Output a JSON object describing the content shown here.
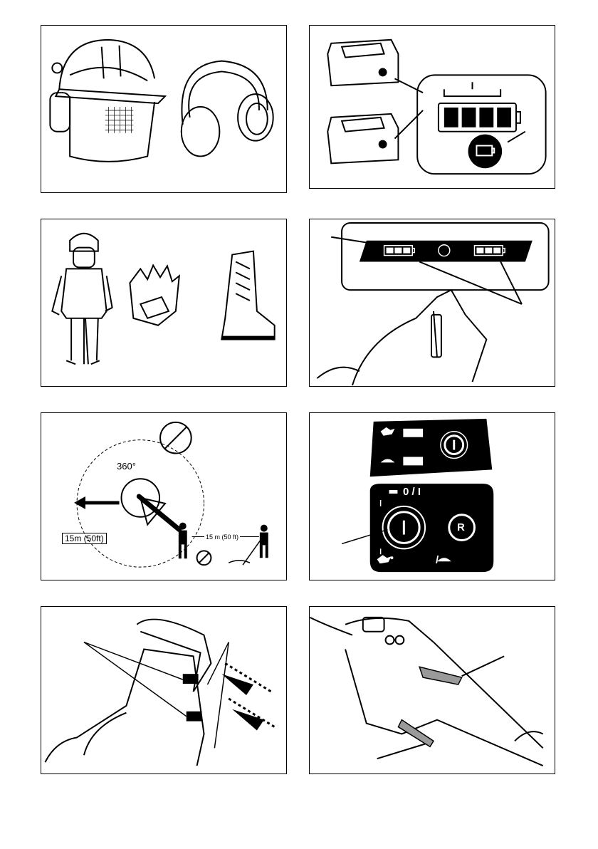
{
  "figures": [
    {
      "id": "fig-1",
      "subject": "helmet-visor-and-earmuffs"
    },
    {
      "id": "fig-2",
      "subject": "battery-indicator"
    },
    {
      "id": "fig-3",
      "subject": "protective-clothing-gloves-boots"
    },
    {
      "id": "fig-4",
      "subject": "tool-battery-indicator-lamps"
    },
    {
      "id": "fig-5",
      "subject": "safety-distance",
      "angle_label": "360°",
      "distance_label": "15m (50ft)",
      "operator_distance_label": "15 m (50 ft)"
    },
    {
      "id": "fig-6",
      "subject": "control-panel",
      "power_label": "0 / I",
      "reverse_label": "R",
      "mode_separator": "/"
    },
    {
      "id": "fig-7",
      "subject": "battery-release-buttons"
    },
    {
      "id": "fig-8",
      "subject": "trigger-and-lock-off-lever"
    }
  ],
  "colors": {
    "line": "#000000",
    "fill_dark": "#111111",
    "panel_bg": "#ffffff",
    "highlight": "#9a9a9a"
  }
}
